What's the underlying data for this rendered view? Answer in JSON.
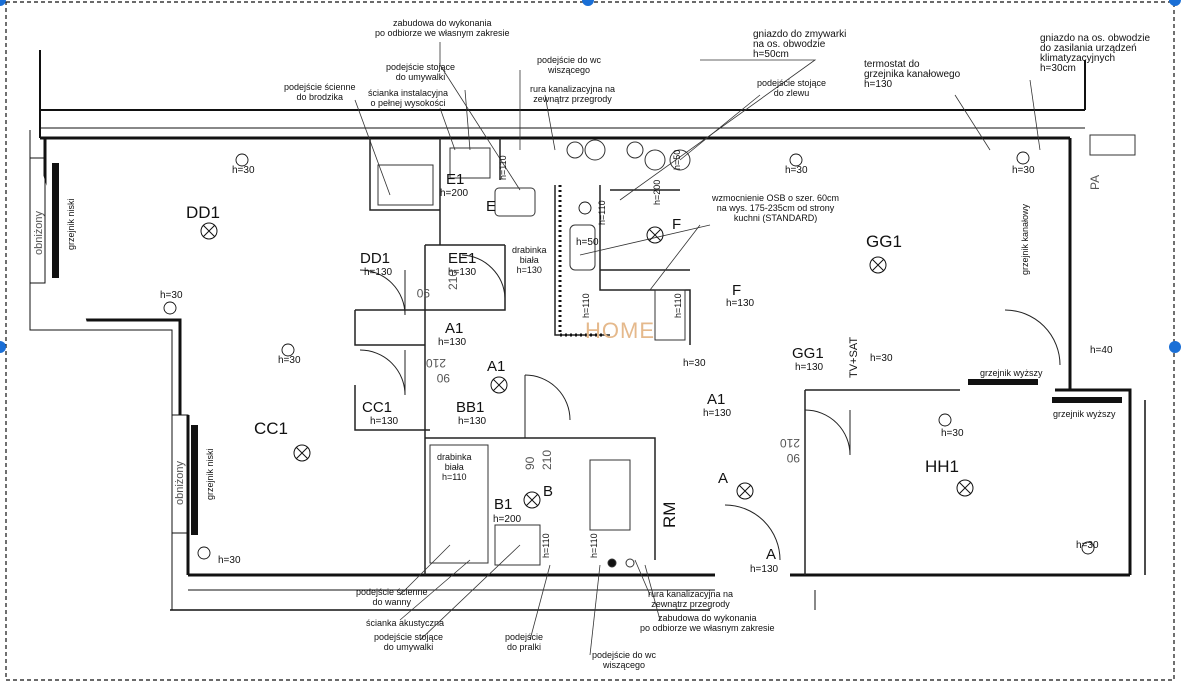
{
  "colors": {
    "wall": "#111111",
    "line": "#222222",
    "handle": "#1a6fd6",
    "watermark": "#e5b98c"
  },
  "rooms": [
    {
      "key": "dd1",
      "label": "DD1"
    },
    {
      "key": "cc1",
      "label": "CC1"
    },
    {
      "key": "gg1",
      "label": "GG1"
    },
    {
      "key": "hh1",
      "label": "HH1"
    }
  ],
  "symbols": {
    "e1": "E1",
    "e1h": "h=200",
    "e": "E",
    "ee1": "EE1",
    "ee1h": "h=130",
    "dd1s": "DD1",
    "dd1h": "h=130",
    "a1a": "A1",
    "a1ah": "h=130",
    "a1b": "A1",
    "bb1": "BB1",
    "bb1h": "h=130",
    "cc1s": "CC1",
    "cc1h": "h=130",
    "a1c": "A1",
    "a1ch": "h=130",
    "b1": "B1",
    "b1h": "h=200",
    "b": "B",
    "a": "A",
    "a2": "A",
    "a2h": "h=130",
    "f": "F",
    "f2": "F",
    "f2h": "h=130",
    "gg1s": "GG1",
    "gg1h": "h=130",
    "rm": "RM",
    "tv": "TV+SAT"
  },
  "heights": {
    "h30_a": "h=30",
    "h30_b": "h=30",
    "h30_c": "h=30",
    "h30_d": "h=30",
    "h30_e": "h=30",
    "h30_f": "h=30",
    "h30_g": "h=30",
    "h30_h": "h=30",
    "h30_i": "h=30",
    "h40": "h=40",
    "h110a": "h=110",
    "h110b": "h=110",
    "h110c": "h=110",
    "h110d": "h=110",
    "h110e": "h=110",
    "h50a": "h=50",
    "h50b": "h=50",
    "h200a": "h=200"
  },
  "door_marks": {
    "d1": "210",
    "d2": "90",
    "d3": "210",
    "d4": "90",
    "d5": "210",
    "d6": "90",
    "d7": "210",
    "d8": "90"
  },
  "annotations": {
    "zabudowa_top": "zabudowa do wykonania\npo odbiorze we własnym zakresie",
    "podejscie_wc_top": "podejście do wc\nwiszącego",
    "podejscie_umywalki": "podejście stojące\ndo umywalki",
    "podejscie_scienne_brodzika": "podejście ścienne\ndo brodzika",
    "scianka_instalacyjna": "ścianka instalacyjna\no pełnej wysokości",
    "rura_kanalizacyjna_top": "rura kanalizacyjna na\nzewnątrz przegrody",
    "gniazdo_zmywarki": "gniazdo do zmywarki\nna os. obwodzie\nh=50cm",
    "podejscie_zlewu": "podejście stojące\ndo zlewu",
    "termostat": "termostat do\ngrzejnika kanałowego\nh=130",
    "gniazdo_klima": "gniazdo na os. obwodzie\ndo zasilania urządzeń\nklimatyzacyjnych\nh=30cm",
    "wzmocnienie": "wzmocnienie OSB o szer. 60cm\nna wys. 175-235cm od strony\nkuchni (STANDARD)",
    "drabinka_top": "drabinka\nbiała\nh=130",
    "drabinka_bottom": "drabinka\nbiała\nh=110",
    "podejscie_wanny": "podejście ścienne\ndo wanny",
    "scianka_akustyczna": "ścianka akustyczna",
    "podejscie_umywalki_bottom": "podejście stojące\ndo umywalki",
    "podejscie_pralki": "podejście\ndo pralki",
    "podejscie_wc_bottom": "podejście do wc\nwiszącego",
    "rura_kanalizacyjna_bottom": "rura kanalizacyjna na\nzewnątrz przegrody",
    "zabudowa_bottom": "zabudowa do wykonania\npo odbiorze we własnym zakresie",
    "grzejnik_wyzszy_1": "grzejnik wyższy",
    "grzejnik_wyzszy_2": "grzejnik wyższy",
    "grzejnik_niski_1": "grzejnik niski",
    "grzejnik_niski_2": "grzejnik niski",
    "grzejnik_kanalowy": "grzejnik kanałowy",
    "obnizony_1": "obniżony",
    "obnizony_2": "obniżony",
    "pa": "PA"
  },
  "watermark": "HOME"
}
